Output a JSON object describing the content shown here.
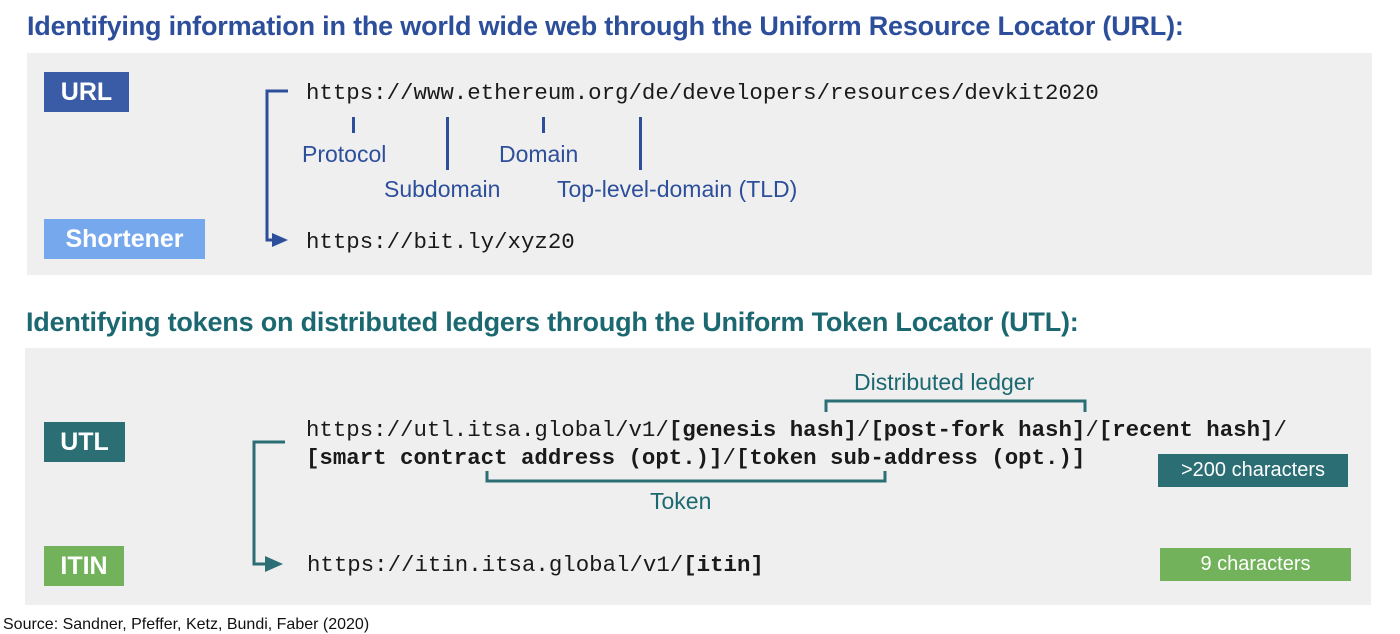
{
  "section_url": {
    "title": "Identifying information in the world wide web through the Uniform Resource Locator (URL):",
    "badge_url": "URL",
    "badge_shortener": "Shortener",
    "url_text": "https://www.ethereum.org/de/developers/resources/devkit2020",
    "short_url_text": "https://bit.ly/xyz20",
    "labels": {
      "protocol": "Protocol",
      "subdomain": "Subdomain",
      "domain": "Domain",
      "tld": "Top-level-domain (TLD)"
    },
    "colors": {
      "title": "#2d4f9b",
      "badge_url": "#3a5ca6",
      "badge_shortener": "#76a8ee",
      "connector": "#2d4f9b"
    }
  },
  "section_utl": {
    "title": "Identifying tokens on distributed ledgers through the Uniform Token Locator (UTL):",
    "badge_utl": "UTL",
    "badge_itin": "ITIN",
    "utl_line1": {
      "prefix": "https://utl.itsa.global/v1/",
      "genesis": "[genesis hash]",
      "sep1": "/",
      "postfork": "[post-fork hash]",
      "sep2": "/",
      "recent": "[recent hash]",
      "sep3": "/"
    },
    "utl_line2": {
      "contract": "[smart contract address (opt.)]",
      "sep": "/",
      "subaddress": "[token sub-address (opt.)]"
    },
    "itin_line": {
      "prefix": "https://itin.itsa.global/v1/",
      "itin": "[itin]"
    },
    "labels": {
      "distributed_ledger": "Distributed ledger",
      "token": "Token"
    },
    "length_badges": {
      "utl": ">200 characters",
      "itin": "9 characters"
    },
    "colors": {
      "title": "#1c6870",
      "badge_utl": "#2b6e74",
      "badge_itin": "#72b25a",
      "connector": "#2b6e74"
    }
  },
  "footer": {
    "source": "Source: Sandner, Pfeffer, Ketz, Bundi, Faber (2020)"
  }
}
